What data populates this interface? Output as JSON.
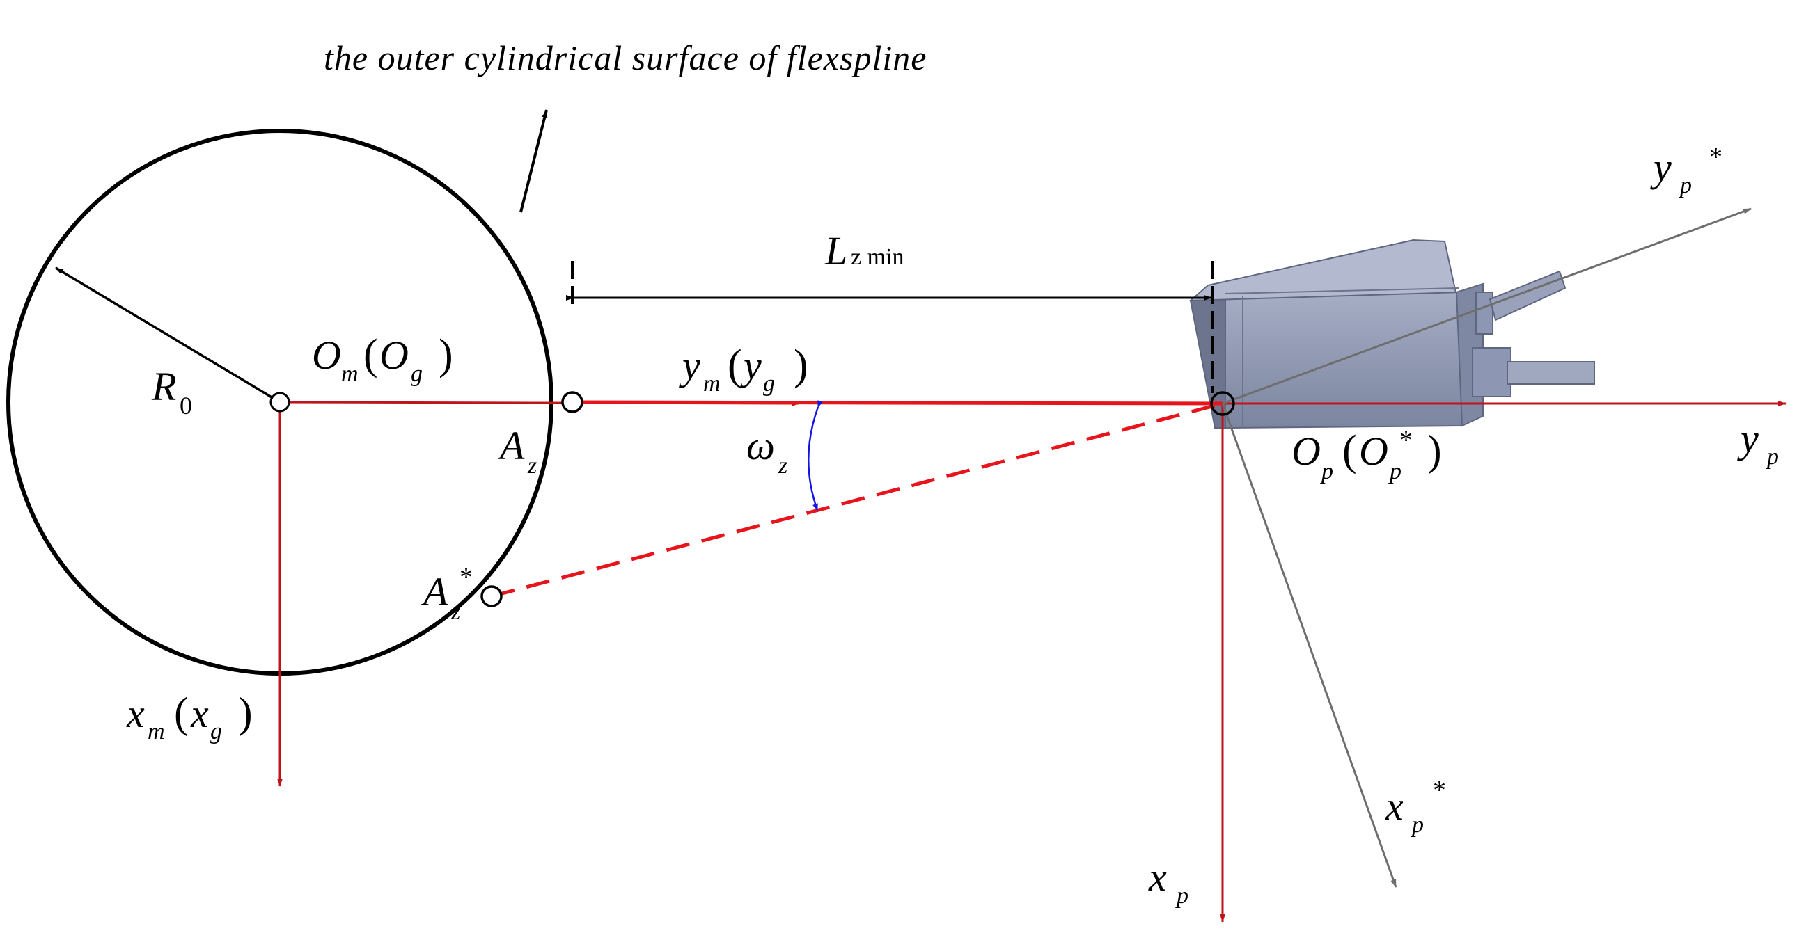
{
  "caption": "the outer cylindrical surface of flexspline",
  "labels": {
    "R0_main": "R",
    "R0_sub": "0",
    "Om_a": "O",
    "Om_sub": "m",
    "Om_paren_open": "(",
    "Og": "O",
    "Og_sub": "g",
    "Om_paren_close": ")",
    "ym_a": "y",
    "ym_sub": "m",
    "ym_paren_open": "(",
    "yg": "y",
    "yg_sub": "g",
    "ym_paren_close": ")",
    "xm_a": "x",
    "xm_sub": "m",
    "xm_paren_open": "(",
    "xg": "x",
    "xg_sub": "g",
    "xm_paren_close": ")",
    "Az_main": "A",
    "Az_sub": "z",
    "Azs_main": "A",
    "Azs_sub": "z",
    "Azs_star": "*",
    "omega_main": "ω",
    "omega_sub": "z",
    "Lz_main": "L",
    "Lz_sub": "z min",
    "Op_a": "O",
    "Op_sub": "p",
    "Op_paren_open": "(",
    "Ops": "O",
    "Ops_sub": "p",
    "Ops_star": "*",
    "Op_paren_close": ")",
    "yp_main": "y",
    "yp_sub": "p",
    "xp_main": "x",
    "xp_sub": "p",
    "yps_main": "y",
    "yps_sub": "p",
    "yps_star": "*",
    "xps_main": "x",
    "xps_sub": "p",
    "xps_star": "*"
  },
  "colors": {
    "axis_red": "#c0141c",
    "bright_red": "#e8141c",
    "rotated_gray": "#6e6e6e",
    "black": "#000000",
    "angle_blue": "#1414e6",
    "sensor_body": "#8d96b2",
    "sensor_dark": "#5f6780"
  },
  "icons": {
    "sensor": "laser-displacement-sensor-icon"
  }
}
